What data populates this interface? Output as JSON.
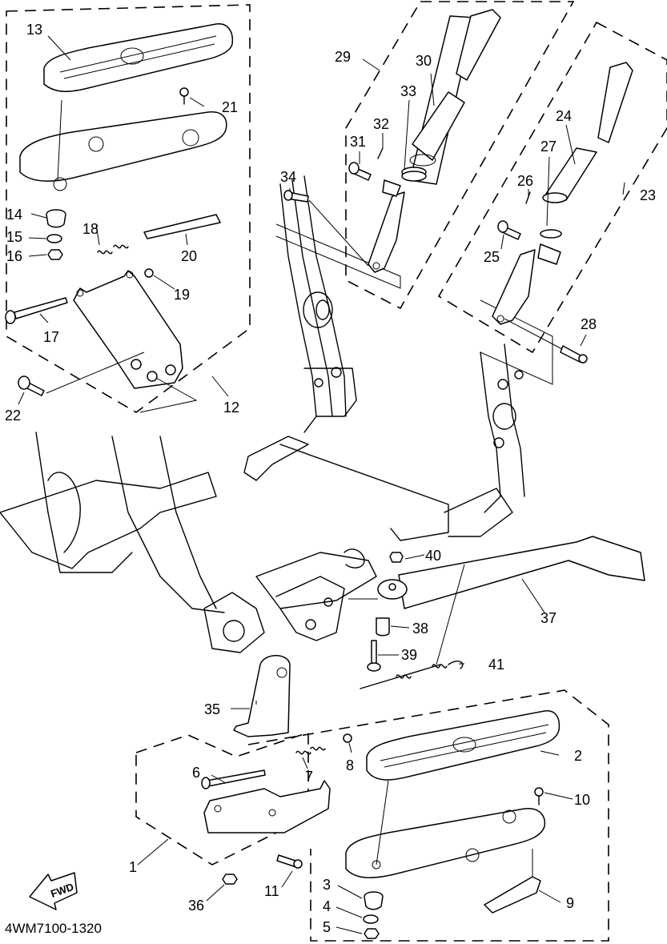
{
  "diagram": {
    "type": "exploded-parts-diagram",
    "figure_code": "4WM7100-1320",
    "direction_indicator": "FWD",
    "callouts": [
      {
        "id": "1",
        "label": "1"
      },
      {
        "id": "2",
        "label": "2"
      },
      {
        "id": "3",
        "label": "3"
      },
      {
        "id": "4",
        "label": "4"
      },
      {
        "id": "5",
        "label": "5"
      },
      {
        "id": "6",
        "label": "6"
      },
      {
        "id": "7",
        "label": "7"
      },
      {
        "id": "8",
        "label": "8"
      },
      {
        "id": "9",
        "label": "9"
      },
      {
        "id": "10",
        "label": "10"
      },
      {
        "id": "11",
        "label": "11"
      },
      {
        "id": "12",
        "label": "12"
      },
      {
        "id": "13",
        "label": "13"
      },
      {
        "id": "14",
        "label": "14"
      },
      {
        "id": "15",
        "label": "15"
      },
      {
        "id": "16",
        "label": "16"
      },
      {
        "id": "17",
        "label": "17"
      },
      {
        "id": "18",
        "label": "18"
      },
      {
        "id": "19",
        "label": "19"
      },
      {
        "id": "20",
        "label": "20"
      },
      {
        "id": "21",
        "label": "21"
      },
      {
        "id": "22",
        "label": "22"
      },
      {
        "id": "23",
        "label": "23"
      },
      {
        "id": "24",
        "label": "24"
      },
      {
        "id": "25",
        "label": "25"
      },
      {
        "id": "26",
        "label": "26"
      },
      {
        "id": "27",
        "label": "27"
      },
      {
        "id": "28",
        "label": "28"
      },
      {
        "id": "29",
        "label": "29"
      },
      {
        "id": "30",
        "label": "30"
      },
      {
        "id": "31",
        "label": "31"
      },
      {
        "id": "32",
        "label": "32"
      },
      {
        "id": "33",
        "label": "33"
      },
      {
        "id": "34",
        "label": "34"
      },
      {
        "id": "35",
        "label": "35"
      },
      {
        "id": "36",
        "label": "36"
      },
      {
        "id": "37",
        "label": "37"
      },
      {
        "id": "38",
        "label": "38"
      },
      {
        "id": "39",
        "label": "39"
      },
      {
        "id": "40",
        "label": "40"
      },
      {
        "id": "41",
        "label": "41"
      }
    ],
    "assemblies": [
      {
        "name": "rider-footboard-assembly-left",
        "callout": "12"
      },
      {
        "name": "rider-footboard-assembly-right",
        "callout": "1"
      },
      {
        "name": "passenger-footrest-assembly-left",
        "callout": "29"
      },
      {
        "name": "passenger-footrest-assembly-right",
        "callout": "23"
      }
    ]
  }
}
